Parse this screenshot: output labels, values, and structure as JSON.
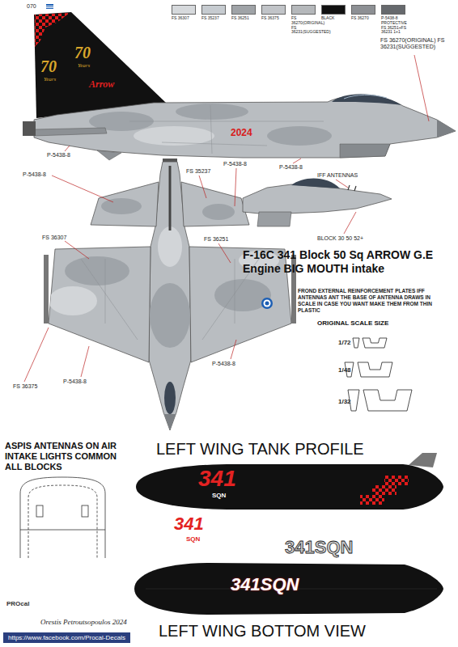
{
  "diagram": {
    "title": "F-16C 341 Block 50 Sq ARROW G.E Engine BIG MOUTH intake",
    "labels": [
      "070",
      "70",
      "Years",
      "70",
      "Years",
      "Arrow",
      "FS 36270(ORIGINAL) FS 36231(SUGGESTED)",
      "2024",
      "P-5438-8",
      "P-5438-8",
      "P-5438-8",
      "FS 35237",
      "P-5438-8",
      "IFF ANTENNAS",
      "BLOCK 30 50 52+",
      "FS 36307",
      "FS 36251",
      "FROND EXTERNAL REINFORCEMENT PLATES IFF ANTENNAS ANT THE BASE OF ANTENNA DRAWS IN SCALE IN CASE YOU WANT MAKE THEM FROM THIN PLASTIC",
      "ORIGINAL SCALE SIZE",
      "1/72",
      "P-5438-8",
      "FS 36375",
      "P-5438-8",
      "1/48",
      "1/32",
      "ASPIS ANTENNAS ON AIR INTAKE LIGHTS COMMON ALL BLOCKS",
      "LEFT WING TANK PROFILE",
      "341",
      "SQN",
      "341",
      "SQN",
      "341SQN",
      "341SQN",
      "PROcal",
      "Orestis Petroutsopoulos 2024",
      "LEFT WING BOTTOM VIEW",
      "https://www.facebook.com/Procal-Decals"
    ],
    "legend": [
      {
        "text": "FS 36307",
        "color": "#d6d9dc"
      },
      {
        "text": "FS 35237",
        "color": "#c6cbd0"
      },
      {
        "text": "FS 36251",
        "color": "#9fa3a7"
      },
      {
        "text": "FS 36375",
        "color": "#c1c4c8"
      },
      {
        "text": "FS 36270(ORIGINAL) FS 36231(SUGGESTED)",
        "color": "#b5b8bb"
      },
      {
        "text": "BLACK",
        "color": "#111111"
      },
      {
        "text": "FS 36270",
        "color": "#8d9094"
      },
      {
        "text": "P-5438-8 PROTECTIVE FS 36251+FS 36231 1+1",
        "color": "#66696d"
      }
    ]
  }
}
